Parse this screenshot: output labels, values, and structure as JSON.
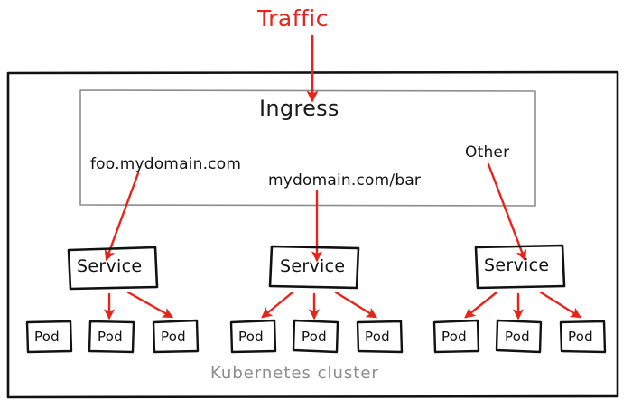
{
  "diagram": {
    "title": "Traffic",
    "title_color": "#e8231a",
    "arrow_color": "#e8231a",
    "cluster_caption": "Kubernetes cluster",
    "cluster_caption_color": "#8c8c8c",
    "ingress": {
      "label": "Ingress",
      "border_color": "#8d8d8d"
    },
    "cluster": {
      "border_color": "#111111"
    },
    "rules": [
      {
        "text": "foo.mydomain.com"
      },
      {
        "text": "mydomain.com/bar"
      },
      {
        "text": "Other"
      }
    ],
    "services": [
      {
        "label": "Service",
        "pods": [
          {
            "label": "Pod"
          },
          {
            "label": "Pod"
          },
          {
            "label": "Pod"
          }
        ]
      },
      {
        "label": "Service",
        "pods": [
          {
            "label": "Pod"
          },
          {
            "label": "Pod"
          },
          {
            "label": "Pod"
          }
        ]
      },
      {
        "label": "Service",
        "pods": [
          {
            "label": "Pod"
          },
          {
            "label": "Pod"
          },
          {
            "label": "Pod"
          }
        ]
      }
    ]
  }
}
